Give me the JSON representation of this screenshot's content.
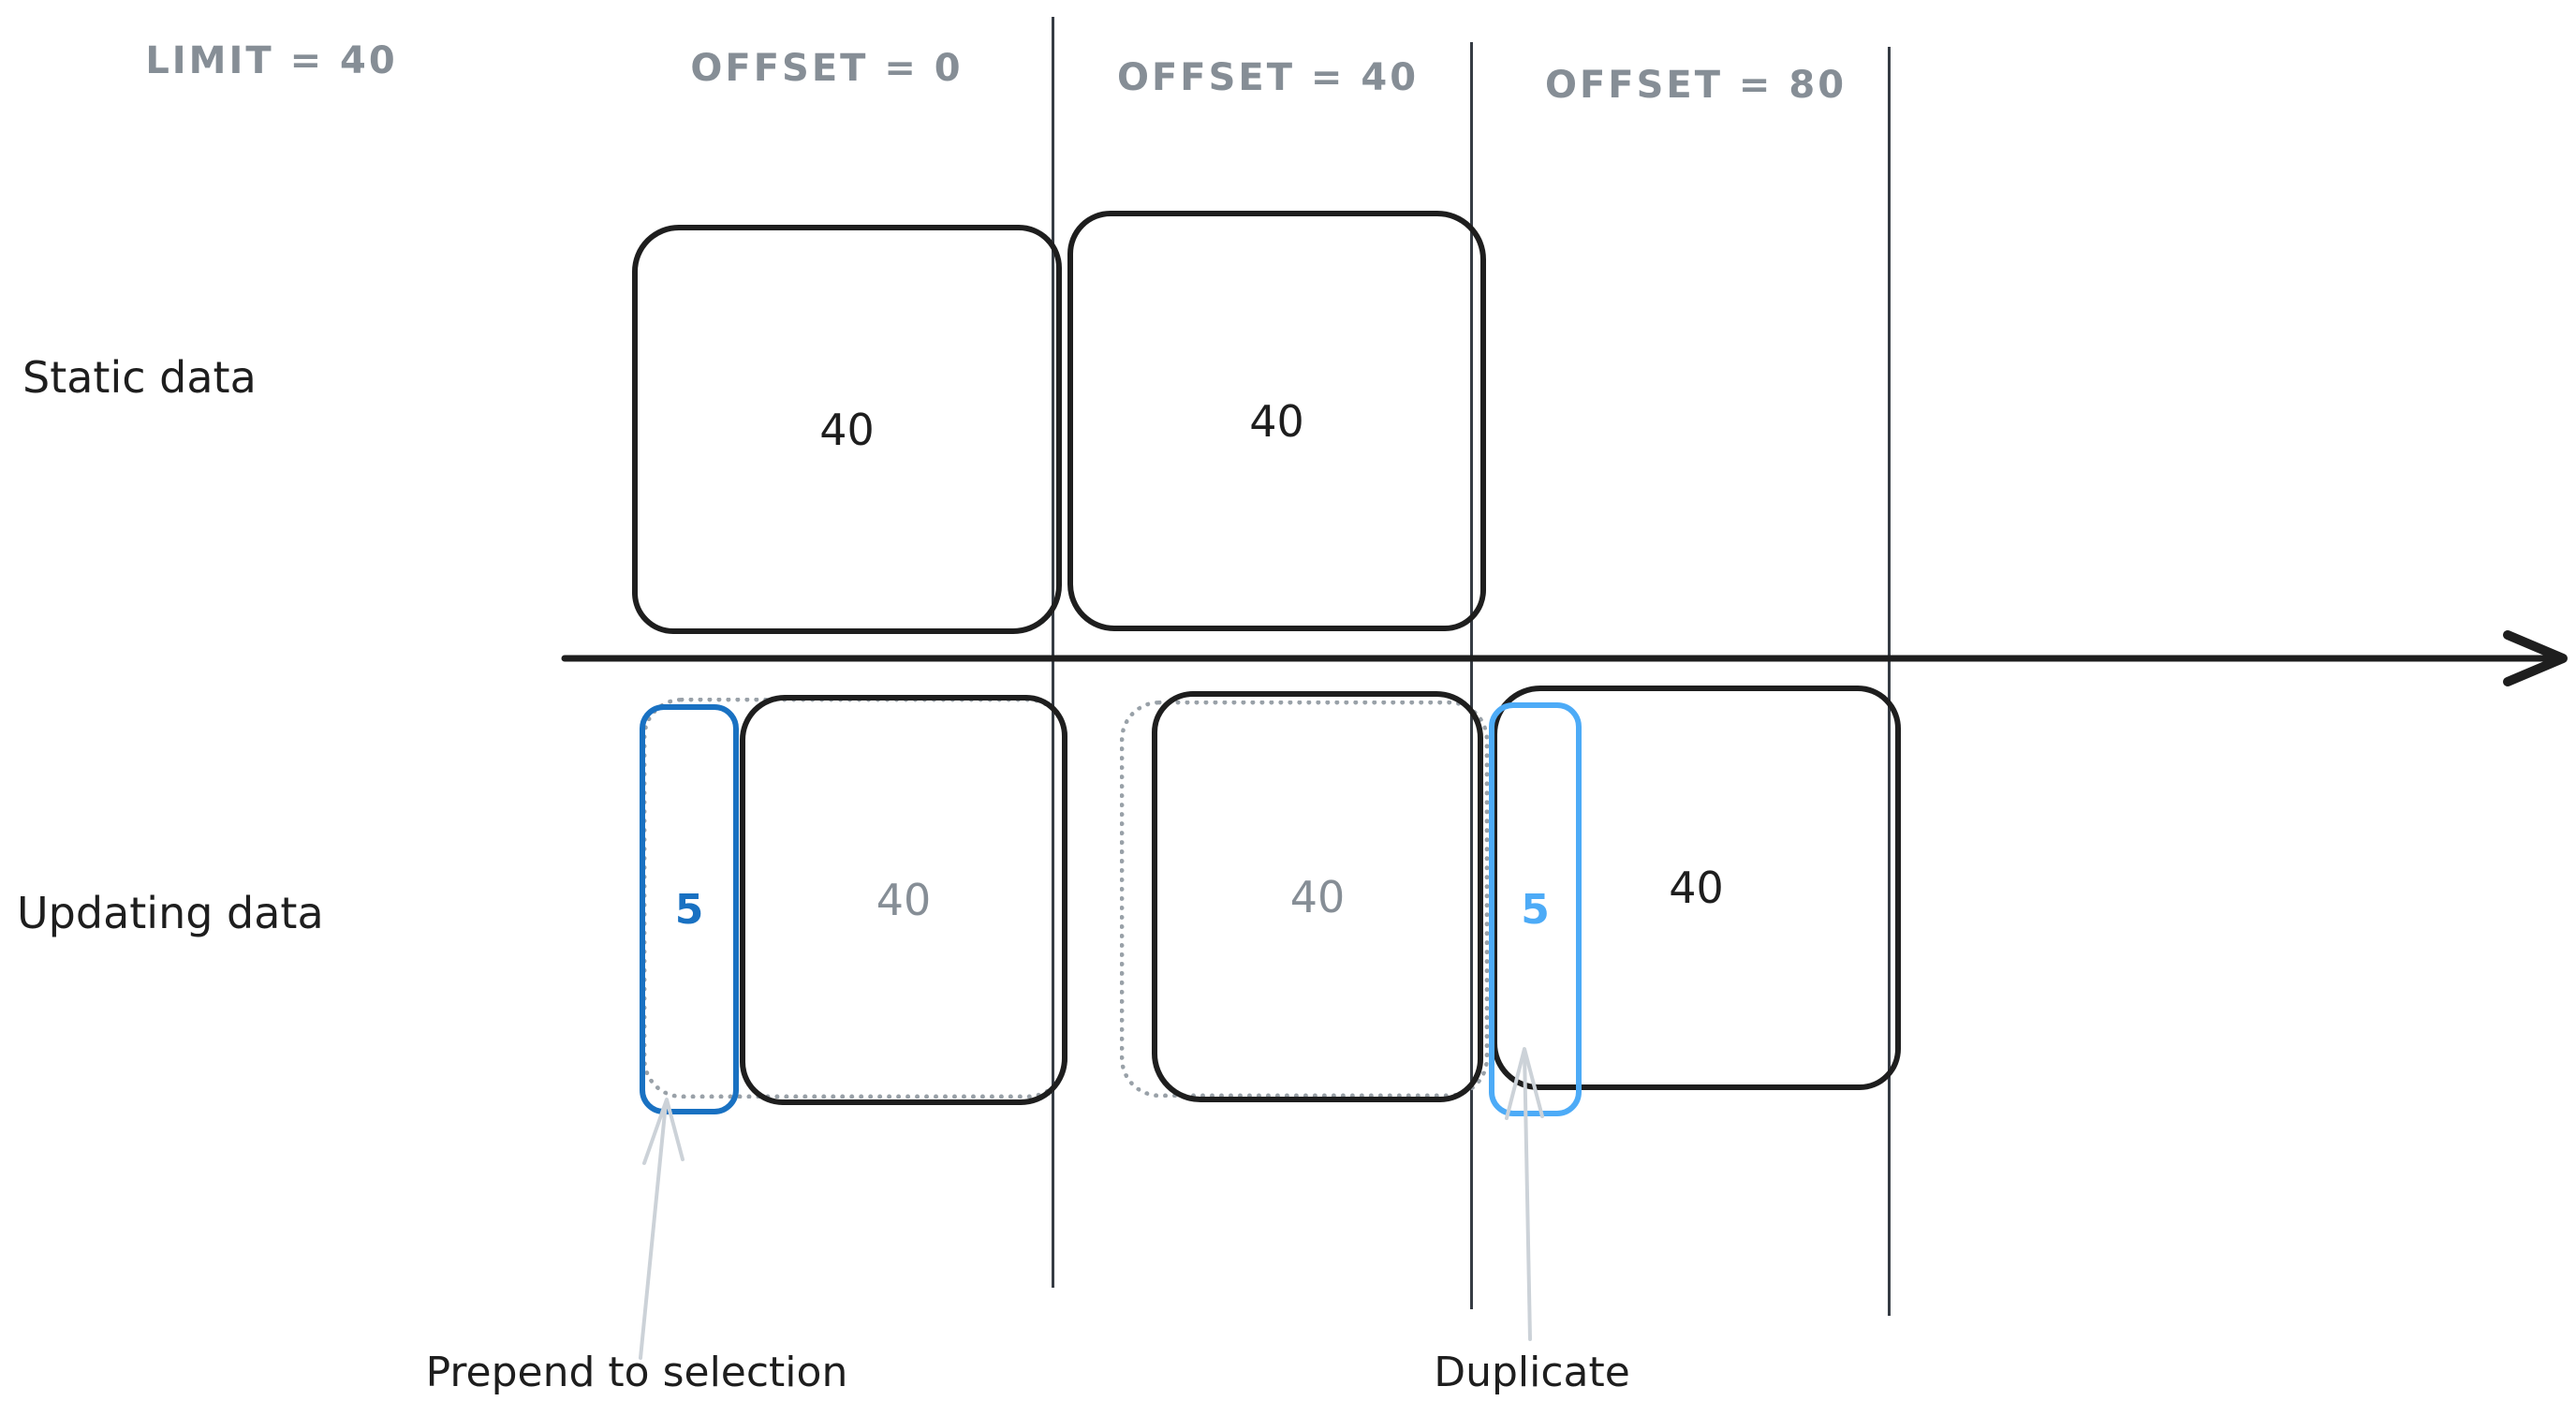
{
  "legend": {
    "limit_label": "LIMIT = 40"
  },
  "columns": [
    {
      "header": "OFFSET = 0"
    },
    {
      "header": "OFFSET = 40"
    },
    {
      "header": "OFFSET = 80"
    }
  ],
  "rows": {
    "static": {
      "label": "Static data",
      "pages": [
        {
          "value": "40"
        },
        {
          "value": "40"
        }
      ]
    },
    "updating": {
      "label": "Updating data",
      "prepended_items": {
        "value": "5"
      },
      "pages": [
        {
          "value": "40"
        },
        {
          "value": "40"
        },
        {
          "value": "40"
        }
      ],
      "duplicated_items": {
        "value": "5"
      }
    }
  },
  "annotations": {
    "prepend": "Prepend to selection",
    "duplicate": "Duplicate"
  },
  "colors": {
    "ink": "#1e1e1e",
    "muted_gray": "#868e96",
    "ghost_dotted_gray": "#99a1a8",
    "divider_gray": "#363c44",
    "accent_blue": "#1971c2",
    "accent_light_blue": "#4dabf7",
    "callout_arrow_gray": "#ccd2d8"
  }
}
